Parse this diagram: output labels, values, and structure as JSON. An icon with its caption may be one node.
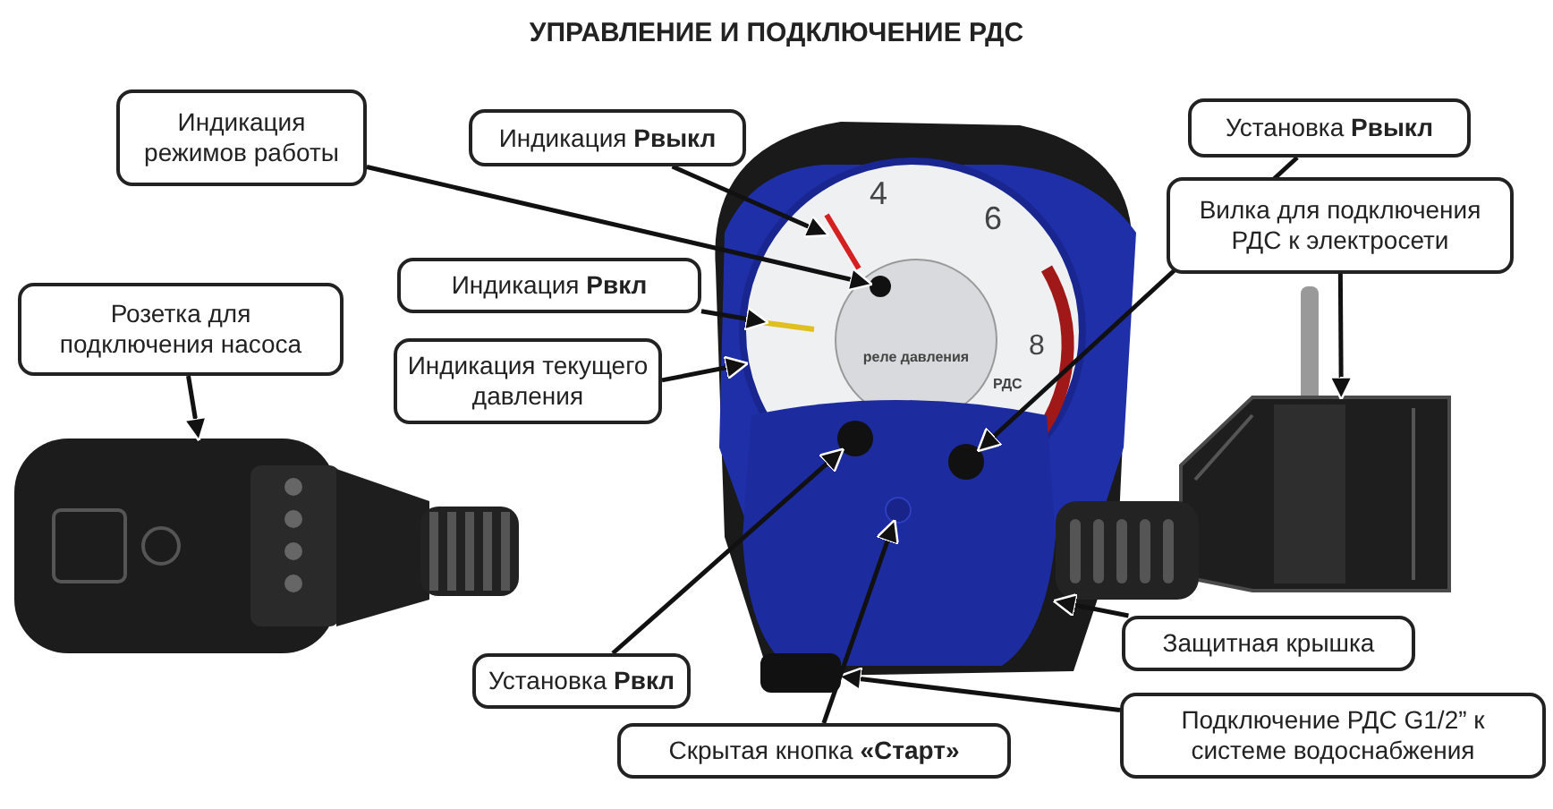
{
  "diagram": {
    "title": "УПРАВЛЕНИЕ И ПОДКЛЮЧЕНИЕ РДС",
    "nodes": [
      {
        "text": [
          "Индикация режимов работы"
        ]
      },
      {
        "text": [
          "Индикация **Рвыкл**"
        ]
      },
      {
        "text": [
          "Установка **Рвыкл**"
        ]
      },
      {
        "text": [
          "Вилка для подключения РДС к электросети"
        ]
      },
      {
        "text": [
          "Индикация **Рвкл**"
        ]
      },
      {
        "text": [
          "Розетка для подключения насоса"
        ]
      },
      {
        "text": [
          "Индикация текущего давления"
        ]
      },
      {
        "text": [
          "Защитная крышка"
        ]
      },
      {
        "text": [
          "Установка **Рвкл**"
        ]
      },
      {
        "text": [
          "Подключение РДС G1/2” к системе водоснабжения"
        ]
      },
      {
        "text": [
          "Скрытая кнопка **«Старт»**"
        ]
      },
      {
        "text": [],
        "shape": "picture"
      },
      {
        "text": [],
        "shape": "circle"
      },
      {
        "text": [],
        "shape": "bar",
        "in": 12
      },
      {
        "text": [],
        "shape": "bar",
        "in": 12
      },
      {
        "text": [],
        "shape": "circle",
        "in": 12
      },
      {
        "text": [],
        "shape": "box"
      },
      {
        "text": [],
        "shape": "circle"
      },
      {
        "text": [],
        "shape": "circle"
      },
      {
        "text": [],
        "shape": "circle",
        "in": 16
      },
      {
        "text": [],
        "shape": "box"
      },
      {
        "text": [],
        "shape": "picture"
      }
    ],
    "edges": [
      {
        "from": 0,
        "to": 15,
        "arrow": "to"
      },
      {
        "from": 1,
        "to": 13,
        "arrow": "to"
      },
      {
        "from": 2,
        "to": 18,
        "arrow": "to"
      },
      {
        "from": 3,
        "to": 21,
        "arrow": "to"
      },
      {
        "from": 4,
        "to": 14,
        "arrow": "to"
      },
      {
        "from": 5,
        "to": 11,
        "arrow": "to"
      },
      {
        "from": 6,
        "to": 12,
        "arrow": "to"
      },
      {
        "from": 7,
        "to": 16,
        "arrow": "to"
      },
      {
        "from": 8,
        "to": 17,
        "arrow": "to"
      },
      {
        "from": 9,
        "to": 20,
        "arrow": "to"
      },
      {
        "from": 10,
        "to": 19,
        "arrow": "to"
      }
    ],
    "labels": [
      "4",
      "6",
      "8",
      "реле давления",
      "РДС"
    ]
  }
}
